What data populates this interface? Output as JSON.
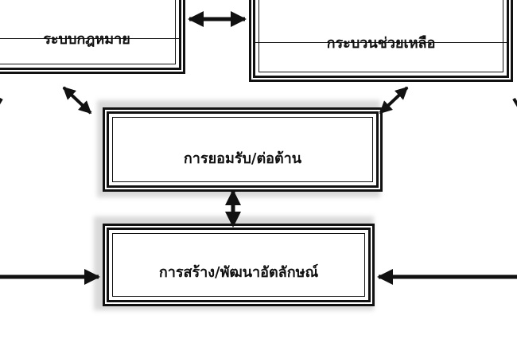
{
  "diagram": {
    "boxes": {
      "legal_system": "ระบบกฎหมาย",
      "support_process": "กระบวนช่วยเหลือ",
      "acceptance": "การยอมรับ/ต่อต้าน",
      "identity": "การสร้าง/พัฒนาอัตลักษณ์"
    },
    "caption": "",
    "colors": {
      "line": "#111111",
      "shadow": "#d9d9d9",
      "background": "#ffffff"
    }
  }
}
